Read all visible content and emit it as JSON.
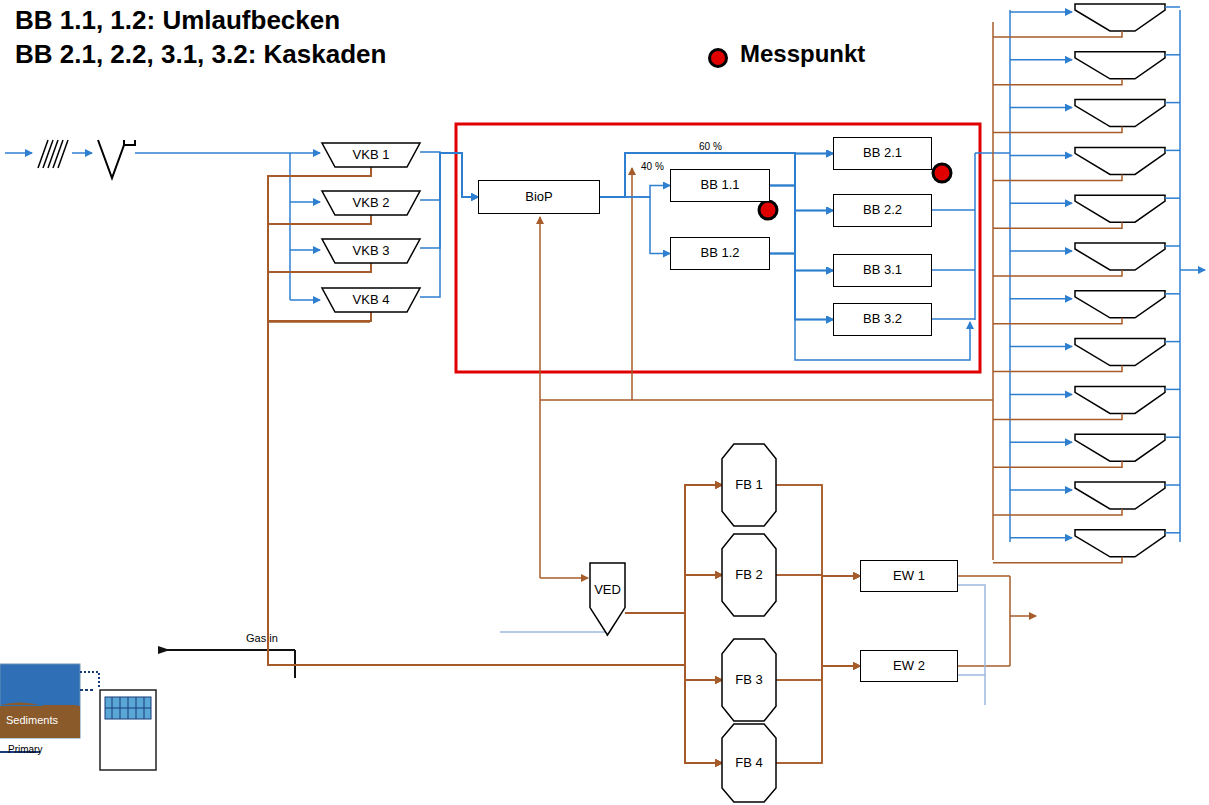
{
  "diagram": {
    "nodes": [
      {
        "text": [
          "VKB 1"
        ]
      },
      {
        "text": [
          "VKB 2"
        ]
      },
      {
        "text": [
          "VKB 3"
        ]
      },
      {
        "text": [
          "VKB 4"
        ]
      },
      {
        "text": [
          "BioP"
        ]
      },
      {
        "text": [
          "BB 1.1"
        ]
      },
      {
        "text": [
          "BB 1.2"
        ]
      },
      {
        "text": [
          "BB 2.1"
        ]
      },
      {
        "text": [
          "BB 2.2"
        ]
      },
      {
        "text": [
          "BB 3.1"
        ]
      },
      {
        "text": [
          "BB 3.2"
        ]
      },
      {
        "text": [
          "VED"
        ]
      },
      {
        "text": [
          "FB 1"
        ]
      },
      {
        "text": [
          "FB 2"
        ]
      },
      {
        "text": [
          "FB 3"
        ]
      },
      {
        "text": [
          "FB 4"
        ]
      },
      {
        "text": [
          "EW 1"
        ]
      },
      {
        "text": [
          "EW 2"
        ]
      }
    ],
    "edges": [
      {
        "from": 0,
        "to": 4,
        "arrow": "to"
      },
      {
        "from": 1,
        "to": 4,
        "arrow": "to"
      },
      {
        "from": 2,
        "to": 4,
        "arrow": "to"
      },
      {
        "from": 3,
        "to": 4,
        "arrow": "to"
      },
      {
        "from": 4,
        "to": 5,
        "arrow": "to",
        "label": "40 %"
      },
      {
        "from": 4,
        "to": 6,
        "arrow": "to"
      },
      {
        "from": 4,
        "to": 7,
        "arrow": "to",
        "label": "60 %"
      },
      {
        "from": 4,
        "to": 8,
        "arrow": "to"
      },
      {
        "from": 4,
        "to": 9,
        "arrow": "to"
      },
      {
        "from": 4,
        "to": 10,
        "arrow": "to"
      },
      {
        "from": 5,
        "to": 7,
        "arrow": "to"
      },
      {
        "from": 5,
        "to": 8,
        "arrow": "to"
      },
      {
        "from": 5,
        "to": 9,
        "arrow": "to"
      },
      {
        "from": 5,
        "to": 10,
        "arrow": "to"
      },
      {
        "from": 6,
        "to": 7,
        "arrow": "to"
      },
      {
        "from": 6,
        "to": 8,
        "arrow": "to"
      },
      {
        "from": 6,
        "to": 9,
        "arrow": "to"
      },
      {
        "from": 6,
        "to": 10,
        "arrow": "to"
      },
      {
        "from": 0,
        "to": 12,
        "arrow": "to"
      },
      {
        "from": 0,
        "to": 13,
        "arrow": "to"
      },
      {
        "from": 0,
        "to": 14,
        "arrow": "to"
      },
      {
        "from": 0,
        "to": 15,
        "arrow": "to"
      },
      {
        "from": 1,
        "to": 12,
        "arrow": "to"
      },
      {
        "from": 1,
        "to": 13,
        "arrow": "to"
      },
      {
        "from": 1,
        "to": 14,
        "arrow": "to"
      },
      {
        "from": 1,
        "to": 15,
        "arrow": "to"
      },
      {
        "from": 2,
        "to": 12,
        "arrow": "to"
      },
      {
        "from": 2,
        "to": 13,
        "arrow": "to"
      },
      {
        "from": 2,
        "to": 14,
        "arrow": "to"
      },
      {
        "from": 2,
        "to": 15,
        "arrow": "to"
      },
      {
        "from": 3,
        "to": 12,
        "arrow": "to"
      },
      {
        "from": 3,
        "to": 13,
        "arrow": "to"
      },
      {
        "from": 3,
        "to": 14,
        "arrow": "to"
      },
      {
        "from": 3,
        "to": 15,
        "arrow": "to"
      },
      {
        "from": 11,
        "to": 12,
        "arrow": "to"
      },
      {
        "from": 11,
        "to": 13,
        "arrow": "to"
      },
      {
        "from": 11,
        "to": 14,
        "arrow": "to"
      },
      {
        "from": 11,
        "to": 15,
        "arrow": "to"
      },
      {
        "from": 12,
        "to": 16,
        "arrow": "to"
      },
      {
        "from": 12,
        "to": 17,
        "arrow": "to"
      },
      {
        "from": 13,
        "to": 16,
        "arrow": "to"
      },
      {
        "from": 13,
        "to": 17,
        "arrow": "to"
      },
      {
        "from": 14,
        "to": 16,
        "arrow": "to"
      },
      {
        "from": 14,
        "to": 17,
        "arrow": "to"
      },
      {
        "from": 15,
        "to": 16,
        "arrow": "to"
      },
      {
        "from": 15,
        "to": 17,
        "arrow": "to"
      }
    ],
    "labels": [
      "BB 1.1, 1.2: Umlaufbecken",
      "BB 2.1, 2.2, 3.1, 3.2: Kaskaden",
      "Sediments",
      "Primary",
      "Gas in"
    ],
    "legend": [
      {
        "text": "Messpunkt",
        "color": "#e00000"
      }
    ]
  }
}
